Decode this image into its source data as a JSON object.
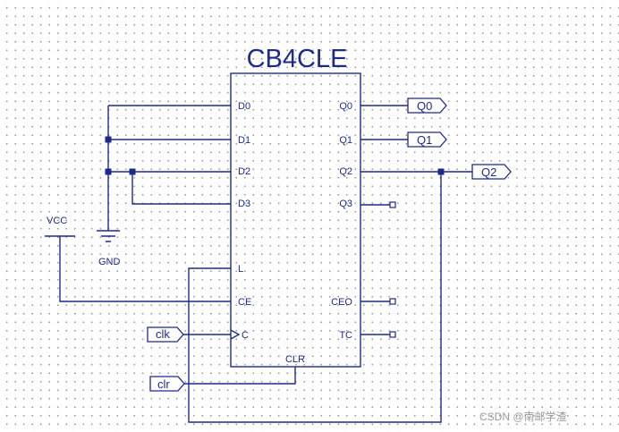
{
  "component": {
    "title": "CB4CLE",
    "inputs": [
      "D0",
      "D1",
      "D2",
      "D3"
    ],
    "outputs": [
      "Q0",
      "Q1",
      "Q2",
      "Q3"
    ],
    "load": "L",
    "ce": "CE",
    "clock": "C",
    "ceo": "CEO",
    "tc": "TC",
    "clr": "CLR"
  },
  "power": {
    "vcc": "VCC",
    "gnd": "GND"
  },
  "ports": {
    "out_q0": "Q0",
    "out_q1": "Q1",
    "out_q2": "Q2",
    "in_clk": "clk",
    "in_clr": "clr"
  },
  "watermark": "CSDN @南邮学渣"
}
